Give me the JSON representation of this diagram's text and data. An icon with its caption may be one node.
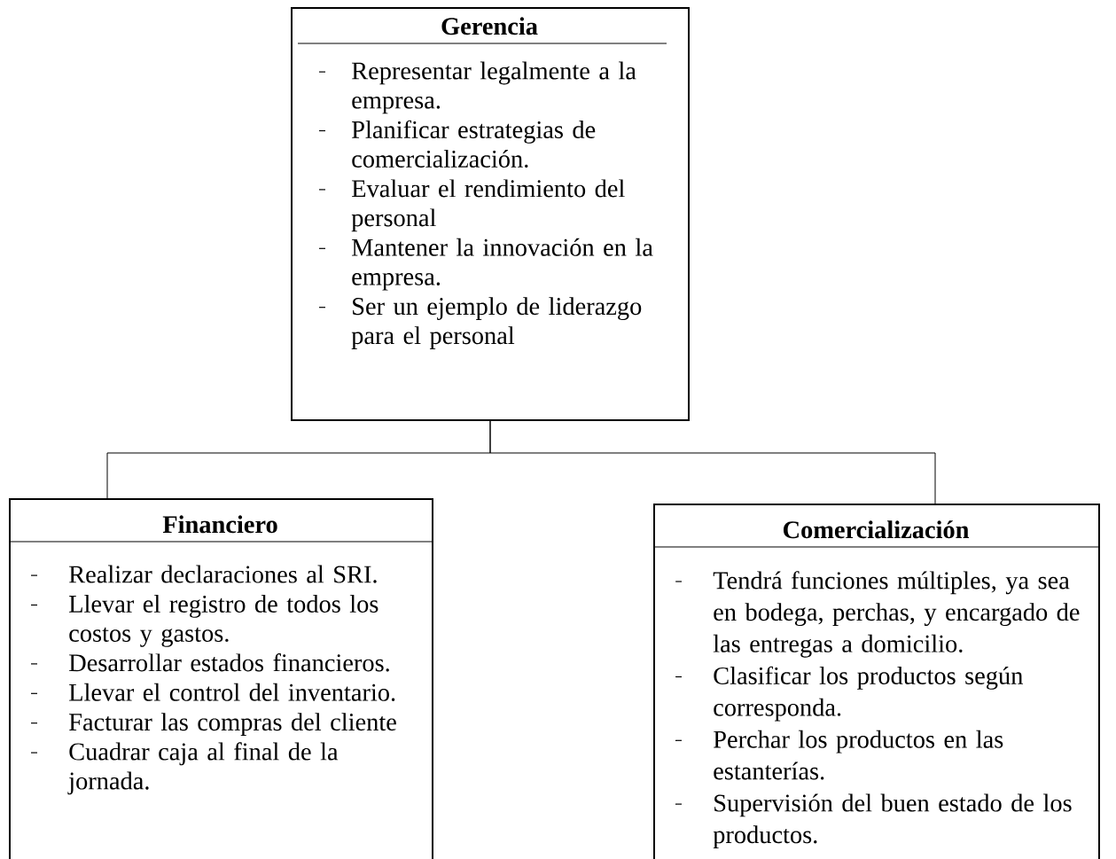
{
  "diagram": {
    "nodes": [
      {
        "text": [
          "Gerencia",
          "Representar legalmente a la empresa.",
          "Planificar estrategias de comercialización.",
          "Evaluar el rendimiento del personal",
          "Mantener la innovación en la empresa.",
          "Ser un ejemplo de liderazgo para el personal"
        ]
      },
      {
        "text": [
          "Financiero",
          "Realizar declaraciones al SRI.",
          "Llevar el registro de todos los costos y gastos.",
          "Desarrollar estados financieros.",
          "Llevar el control del inventario.",
          "Facturar las compras del cliente",
          "Cuadrar caja al final de la jornada."
        ]
      },
      {
        "text": [
          "Comercialización",
          "Tendrá funciones múltiples, ya sea en bodega, perchas, y encargado de las entregas a domicilio.",
          "Clasificar los productos según corresponda.",
          "Perchar los productos en las estanterías.",
          "Supervisión del buen estado de los productos."
        ]
      }
    ],
    "edges": [
      {
        "from": 0,
        "to": 1,
        "arrow": "none"
      },
      {
        "from": 0,
        "to": 2,
        "arrow": "none"
      }
    ]
  }
}
